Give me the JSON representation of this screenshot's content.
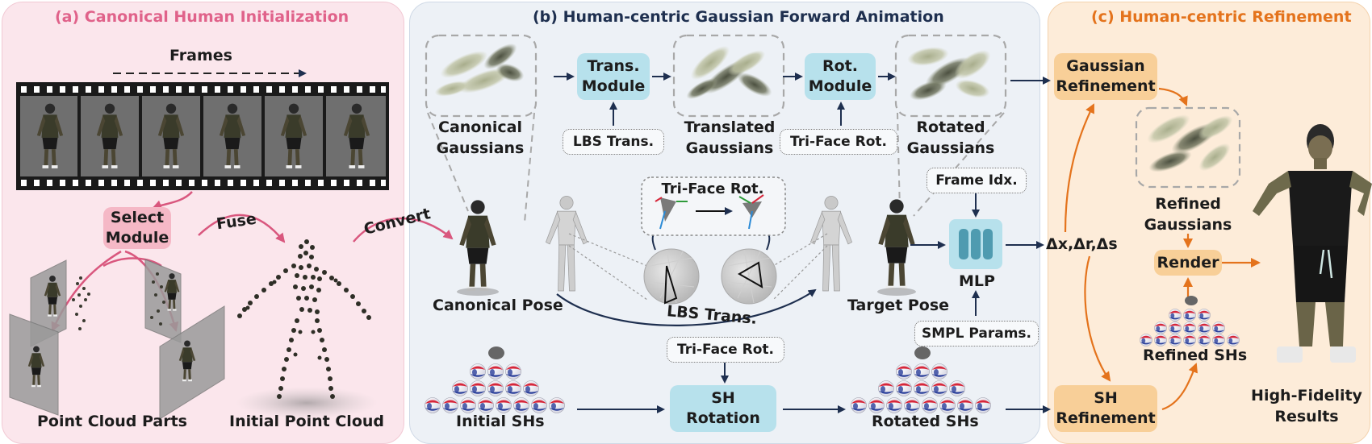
{
  "panels": {
    "a": {
      "title": "(a) Canonical Human Initialization",
      "color": "#e0628a"
    },
    "b": {
      "title": "(b) Human-centric Gaussian Forward Animation",
      "color": "#1e2f4f"
    },
    "c": {
      "title": "(c) Human-centric Refinement",
      "color": "#e4731c"
    }
  },
  "panel_a": {
    "frames_label": "Frames",
    "select_module": "Select\nModule",
    "fuse": "Fuse",
    "point_cloud_parts": "Point Cloud Parts",
    "initial_point_cloud": "Initial Point Cloud"
  },
  "panel_b": {
    "convert": "Convert",
    "trans_module": "Trans.\nModule",
    "rot_module": "Rot.\nModule",
    "lbs_trans_box": "LBS Trans.",
    "tri_face_rot_box": "Tri-Face Rot.",
    "canonical_gaussians": "Canonical\nGaussians",
    "translated_gaussians": "Translated\nGaussians",
    "rotated_gaussians": "Rotated\nGaussians",
    "tri_face_rot_center": "Tri-Face Rot.",
    "frame_idx": "Frame Idx.",
    "canonical_pose": "Canonical Pose",
    "target_pose": "Target Pose",
    "lbs_trans_arc": "LBS Trans.",
    "mlp": "MLP",
    "smpl_params": "SMPL Params.",
    "tri_face_rot_sh": "Tri-Face Rot.",
    "sh_rotation": "SH\nRotation",
    "initial_shs": "Initial SHs",
    "rotated_shs": "Rotated SHs"
  },
  "panel_c": {
    "delta": "Δx,Δr,Δs",
    "gaussian_refinement": "Gaussian\nRefinement",
    "refined_gaussians": "Refined\nGaussians",
    "render": "Render",
    "refined_shs": "Refined SHs",
    "sh_refinement": "SH\nRefinement",
    "high_fidelity": "High-Fidelity\nResults"
  },
  "colors": {
    "arrow_dark": "#1e2f4f",
    "arrow_pink": "#d9577e",
    "arrow_orange": "#e4731c",
    "module_blue": "#b7e1ec",
    "refine_orange": "#f8cf98",
    "select_pink": "#f5b8c6"
  }
}
